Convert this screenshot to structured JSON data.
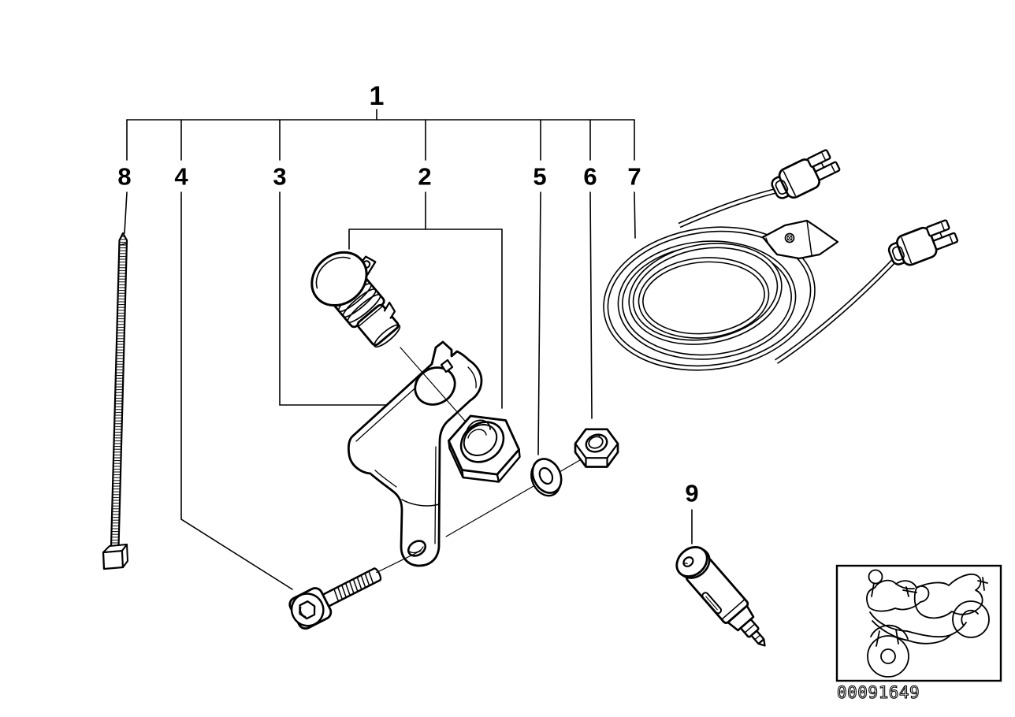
{
  "figure": {
    "background_color": "#ffffff",
    "line_color": "#000000",
    "image_number": "00091649",
    "callouts": [
      {
        "label": "1"
      },
      {
        "label": "2"
      },
      {
        "label": "3"
      },
      {
        "label": "4"
      },
      {
        "label": "5"
      },
      {
        "label": "6"
      },
      {
        "label": "7"
      },
      {
        "label": "8"
      },
      {
        "label": "9"
      }
    ]
  }
}
